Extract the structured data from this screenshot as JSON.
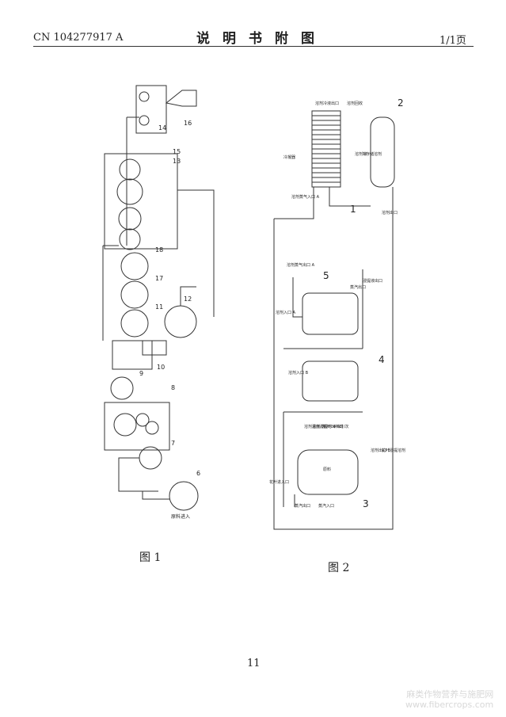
{
  "header": {
    "patent_no": "CN 104277917 A",
    "section_title": "说明书附图",
    "page_info": "1/1页"
  },
  "figure1": {
    "caption": "图 1",
    "labels": [
      "6",
      "7",
      "8",
      "9",
      "10",
      "11",
      "17",
      "18",
      "12",
      "13",
      "14",
      "15",
      "16"
    ],
    "inlet_note": "原料进入"
  },
  "figure2": {
    "caption": "图 2",
    "component_numbers": [
      "1",
      "2",
      "3",
      "4",
      "5"
    ],
    "labels": {
      "condenser": "冷凝器",
      "solvent_outlet_top": "溶剂冷液出口",
      "solvent_recycle": "溶剂回收",
      "solvent_tank": "溶剂罐",
      "solvent_tank_inner": "存储溶剂",
      "solvent_outlet_right": "溶剂出口",
      "solvent_vapor_inlet_a": "溶剂蒸气入口 A",
      "solvent_vapor_outlet_a": "溶剂蒸气出口 A",
      "steam_outlet": "蒸汽出口",
      "concentrate_outlet": "浸提液出口",
      "solvent_inlet_a": "溶剂入口 A",
      "solvent_inlet_b": "溶剂入口 B",
      "extract_note": "溶剂温度/次",
      "extract_note2": "溶剂浸提时 4-6时/次",
      "leaf_outlet": "花叶出料口",
      "solvent_outlet_b": "溶剂出口 B",
      "leaf_extract_note": "花叶浸提溶剂",
      "leaf_inlet": "花叶进入口",
      "steam_outlet_bottom": "蒸汽出口",
      "steam_inlet": "蒸汽入口",
      "tank_label": "原料"
    }
  },
  "page_number": "11",
  "watermark": {
    "line1": "麻类作物营养与施肥网",
    "line2": "www.fibercrops.com"
  }
}
